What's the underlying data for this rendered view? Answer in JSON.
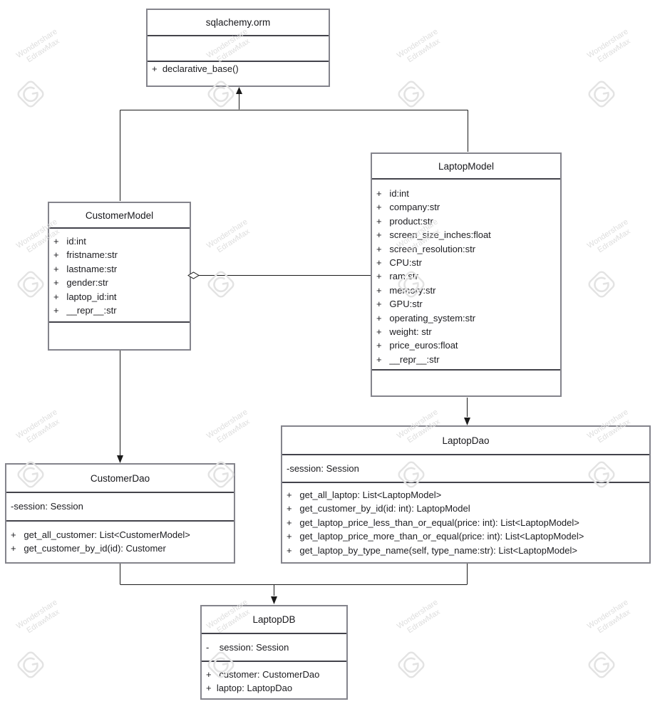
{
  "watermark": {
    "line1": "Wondershare",
    "line2": "EdrawMax"
  },
  "classes": {
    "sqlalchemy_orm": {
      "title": "sqlachemy.orm",
      "attributes": [],
      "methods": [
        "+  declarative_base()"
      ]
    },
    "customer_model": {
      "title": "CustomerModel",
      "attributes": [
        "+   id:int",
        "+   fristname:str",
        "+   lastname:str",
        "+   gender:str",
        "+   laptop_id:int",
        "+   __repr__:str"
      ],
      "methods": []
    },
    "laptop_model": {
      "title": "LaptopModel",
      "attributes": [
        "+   id:int",
        "+   company:str",
        "+   product:str",
        "+   screen_size_inches:float",
        "+   screen_resolution:str",
        "+   CPU:str",
        "+   ram:str",
        "+   memory:str",
        "+   GPU:str",
        "+   operating_system:str",
        "+   weight: str",
        "+   price_euros:float",
        "+   __repr__:str"
      ],
      "methods": []
    },
    "laptop_dao": {
      "title": "LaptopDao",
      "attributes": [
        "-session: Session"
      ],
      "methods": [
        "+   get_all_laptop: List<LaptopModel>",
        "+   get_customer_by_id(id: int): LaptopModel",
        "+   get_laptop_price_less_than_or_equal(price: int): List<LaptopModel>",
        "+   get_laptop_price_more_than_or_equal(price: int): List<LaptopModel>",
        "+   get_laptop_by_type_name(self, type_name:str): List<LaptopModel>"
      ]
    },
    "customer_dao": {
      "title": "CustomerDao",
      "attributes": [
        "-session: Session"
      ],
      "methods": [
        "+   get_all_customer: List<CustomerModel>",
        "+   get_customer_by_id(id): Customer"
      ]
    },
    "laptop_db": {
      "title": "LaptopDB",
      "attributes": [
        "-    session: Session"
      ],
      "methods": [
        "+   customer: CustomerDao",
        "+  laptop: LaptopDao"
      ]
    }
  },
  "relationships": [
    {
      "from": "CustomerModel",
      "to": "sqlachemy.orm",
      "type": "solid-arrow"
    },
    {
      "from": "LaptopModel",
      "to": "sqlachemy.orm",
      "type": "solid-arrow"
    },
    {
      "from": "LaptopModel",
      "to": "CustomerModel",
      "type": "aggregation-diamond"
    },
    {
      "from": "CustomerModel",
      "to": "CustomerDao",
      "type": "solid-arrow"
    },
    {
      "from": "LaptopModel",
      "to": "LaptopDao",
      "type": "solid-arrow"
    },
    {
      "from": "CustomerDao",
      "to": "LaptopDB",
      "type": "solid-arrow"
    },
    {
      "from": "LaptopDao",
      "to": "LaptopDB",
      "type": "solid-arrow"
    }
  ]
}
